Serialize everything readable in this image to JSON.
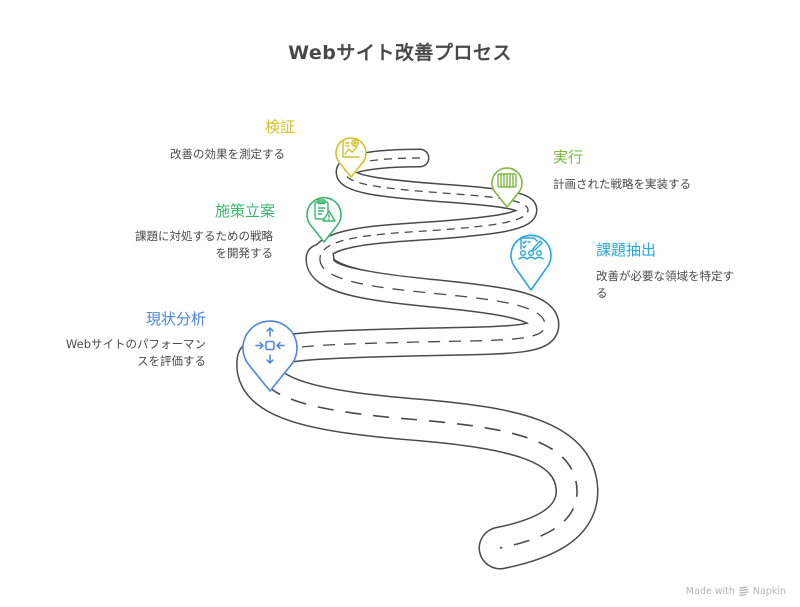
{
  "title": "Webサイト改善プロセス",
  "stages": [
    {
      "id": "verify",
      "title": "検証",
      "description": "改善の効果を測定する",
      "color": "#d4c22a",
      "icon": "chart-plus-icon"
    },
    {
      "id": "execute",
      "title": "実行",
      "description": "計画された戦略を実装する",
      "color": "#7db944",
      "icon": "columns-icon"
    },
    {
      "id": "plan",
      "title": "施策立案",
      "description_lines": [
        "課題に対処するための戦略",
        "を開発する"
      ],
      "color": "#3bb66f",
      "icon": "clipboard-warning-icon"
    },
    {
      "id": "extract",
      "title": "課題抽出",
      "description_lines": [
        "改善が必要な領域を特定す",
        "る"
      ],
      "color": "#2aa7d8",
      "icon": "team-checklist-icon"
    },
    {
      "id": "analyze",
      "title": "現状分析",
      "description_lines": [
        "Webサイトのパフォーマン",
        "スを評価する"
      ],
      "color": "#4a86e0",
      "icon": "focus-arrows-icon"
    }
  ],
  "watermark": {
    "prefix": "Made with",
    "brand": "Napkin"
  }
}
